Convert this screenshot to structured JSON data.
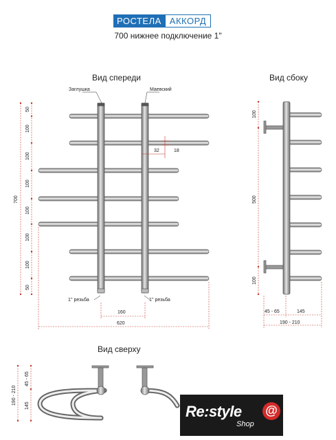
{
  "brand": {
    "part1": "РОСТЕЛА",
    "part2": "АККОРД"
  },
  "subtitle": "700 нижнее подключение 1\"",
  "views": {
    "front": "Вид спереди",
    "side": "Вид сбоку",
    "top": "Вид сверху"
  },
  "front": {
    "label_plug": "Заглушка",
    "label_valve": "Маевский",
    "label_thread": "1'' резьба",
    "dim_total_height": "700",
    "dim_segments": [
      "50",
      "100",
      "100",
      "100",
      "100",
      "100",
      "100",
      "50"
    ],
    "dim_32": "32",
    "dim_18": "18",
    "dim_160": "160",
    "dim_620": "620"
  },
  "side": {
    "dim_100_top": "100",
    "dim_500": "500",
    "dim_100_bottom": "100",
    "dim_45_65": "45 - 65",
    "dim_145": "145",
    "dim_190_210": "190 - 210"
  },
  "top": {
    "dim_45_65": "45 - 65",
    "dim_190_210": "190 - 210",
    "dim_145": "145"
  },
  "logo": {
    "main": "Re:style",
    "shop": "Shop",
    "mark": "@"
  },
  "colors": {
    "brand_blue": "#1f6fb6",
    "dimension_red": "#c0392b",
    "pipe_gray": "#8c8c8c",
    "logo_red": "#d42b2b"
  }
}
